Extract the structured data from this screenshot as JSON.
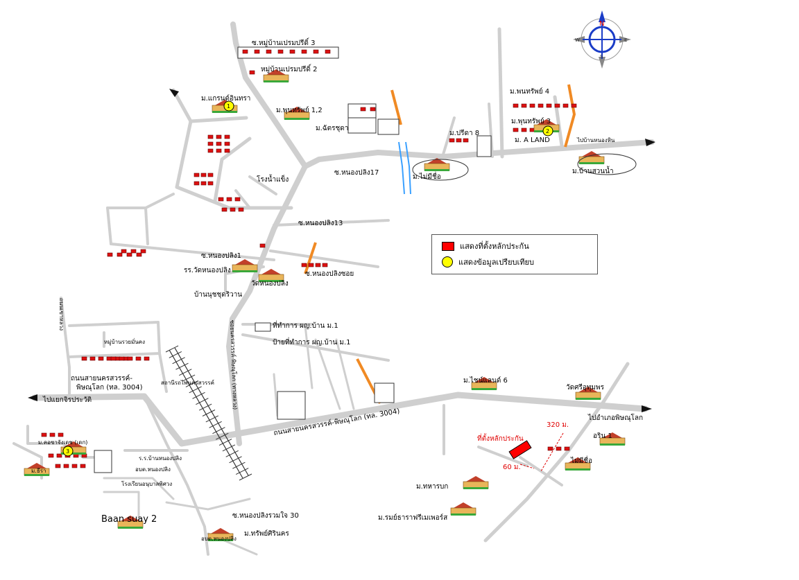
{
  "colors": {
    "road": "#cfcfcf",
    "road_main": "#c8c8c8",
    "orange": "#f08a24",
    "river": "#3aa0ff",
    "rail": "#333333",
    "red": "#ff0000",
    "yellow": "#ffff00"
  },
  "compass": {
    "north": "N",
    "south": "S",
    "east": "E",
    "west": "W"
  },
  "legend": {
    "red_label": "แสดงที่ตั้งหลักประกัน",
    "yellow_label": "แสดงข้อมูลเปรียบเทียบ"
  },
  "markers": {
    "m1": "1",
    "m2": "2",
    "m3": "3"
  },
  "labels": {
    "soi_pruksa3": "ซ.หมู่บ้านเปรมปรีดิ์ 3",
    "pruksa2": "หมู่บ้านเปรมปรีดิ์ 2",
    "grand": "ม.แกรนด์อินทรา",
    "pruksa12": "ม.พุนทรัพย์ 1,2",
    "chaiya": "ม.ฉัตรชุดา",
    "pruksa4": "ม.พนทรัพย์ 4",
    "pruksa3": "ม.พุนทรัพย์ 3",
    "aland": "ม. A LAND",
    "prida": "ม.ปรีดา 8",
    "soi17": "ซ.หนองปลิง17",
    "nonname": "ม.ไม่มีชื่อ",
    "ban_suan": "ม.บ้านสวนน้ำ",
    "to_pond": "ไปบ้านหนองหิน",
    "icefactory": "โรงน้ำแข็ง",
    "soi13": "ซ.หนองปลิง13",
    "soi_np1": "ซ.หนองปลิง1",
    "soi_npb": "ซ.หนองปลิงซอย",
    "school": "รร.วัดหนองปลิง",
    "temple": "วัดหนองปลิง",
    "ban_nong": "บ้านนุชชุดริวาน",
    "pu_office": "ที่ทำการ ผญ.บ้าน ม.1",
    "pu_sign": "ป้ายที่ทำการ ผญ.บ้าน ม.1",
    "village_nong": "หมู่บ้านรวยมั่นคง",
    "road_main_left1": "ถนนสายนครสวรรค์-",
    "road_main_left2": "พิษณุโลก (ทล. 3004)",
    "to_west": "ไปแยกจิรประวัติ",
    "road_main_center": "ถนนสายนครสวรรค์-พิษณุโลก (ทล. 3004)",
    "station": "สถานีรถไฟนครสวรรค์",
    "sharfin": "ม.ไชน์แลนด์ 6",
    "wat_right": "วัดศรีอุทุมพร",
    "to_east": "ไปอำเภอพิษณุโลก",
    "dist320": "320 ม.",
    "dist60": "60 ม.",
    "collateral": "ที่ตั้งหลักประกัน",
    "orchi1": "อริน 1",
    "nonname2": "ไม่มีชื่อ",
    "tharabak": "ม.ทหารบก",
    "ratch": "ม.รมย์ธาราฟรีเมเพอร์ส",
    "kasem": "ม.คอซาจังเดช (เดก)",
    "siam": "ม.ธีรา",
    "kindergarten": "ร.ร.บ้านหนองปลิง",
    "school2": "โรงเรียนอนุบาลพิศวง",
    "vet": "อบต.หนองปลิง",
    "soi30": "ซ.หนองปลิงรวมใจ 30",
    "trasin": "ม.ทรัพย์ศิรินคร",
    "baan_suay": "Baan suay 2",
    "vert_road1": "ถนนเขาหลวง",
    "vert_road2": "ซอยนครสวรรค์-พิษณุโลก (ทางหลวง)",
    "lower_mkt": "อบต.หนองปลิง"
  }
}
